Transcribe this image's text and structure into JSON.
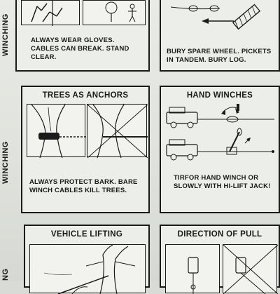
{
  "side_labels": {
    "top": "WINCHING",
    "middle": "WINCHING",
    "bottom": "NG"
  },
  "cards": {
    "gloves": {
      "caption_lines": [
        "ALWAYS WEAR GLOVES.",
        "CABLES CAN BREAK. STAND",
        "CLEAR."
      ]
    },
    "bury": {
      "caption_lines": [
        "BURY SPARE WHEEL. PICKETS",
        "IN TANDEM. BURY LOG."
      ]
    },
    "trees": {
      "title": "TREES AS ANCHORS",
      "caption_lines": [
        "ALWAYS PROTECT BARK. BARE",
        "WINCH CABLES KILL TREES."
      ]
    },
    "hand_winches": {
      "title": "HAND WINCHES",
      "caption_lines": [
        "TIRFOR HAND WINCH OR",
        "SLOWLY WITH HI-LIFT JACK!"
      ]
    },
    "vehicle_lifting": {
      "title": "VEHICLE LIFTING"
    },
    "direction": {
      "title": "DIRECTION OF PULL"
    }
  },
  "colors": {
    "ink": "#1a1a1a",
    "paper": "#eceee9"
  }
}
